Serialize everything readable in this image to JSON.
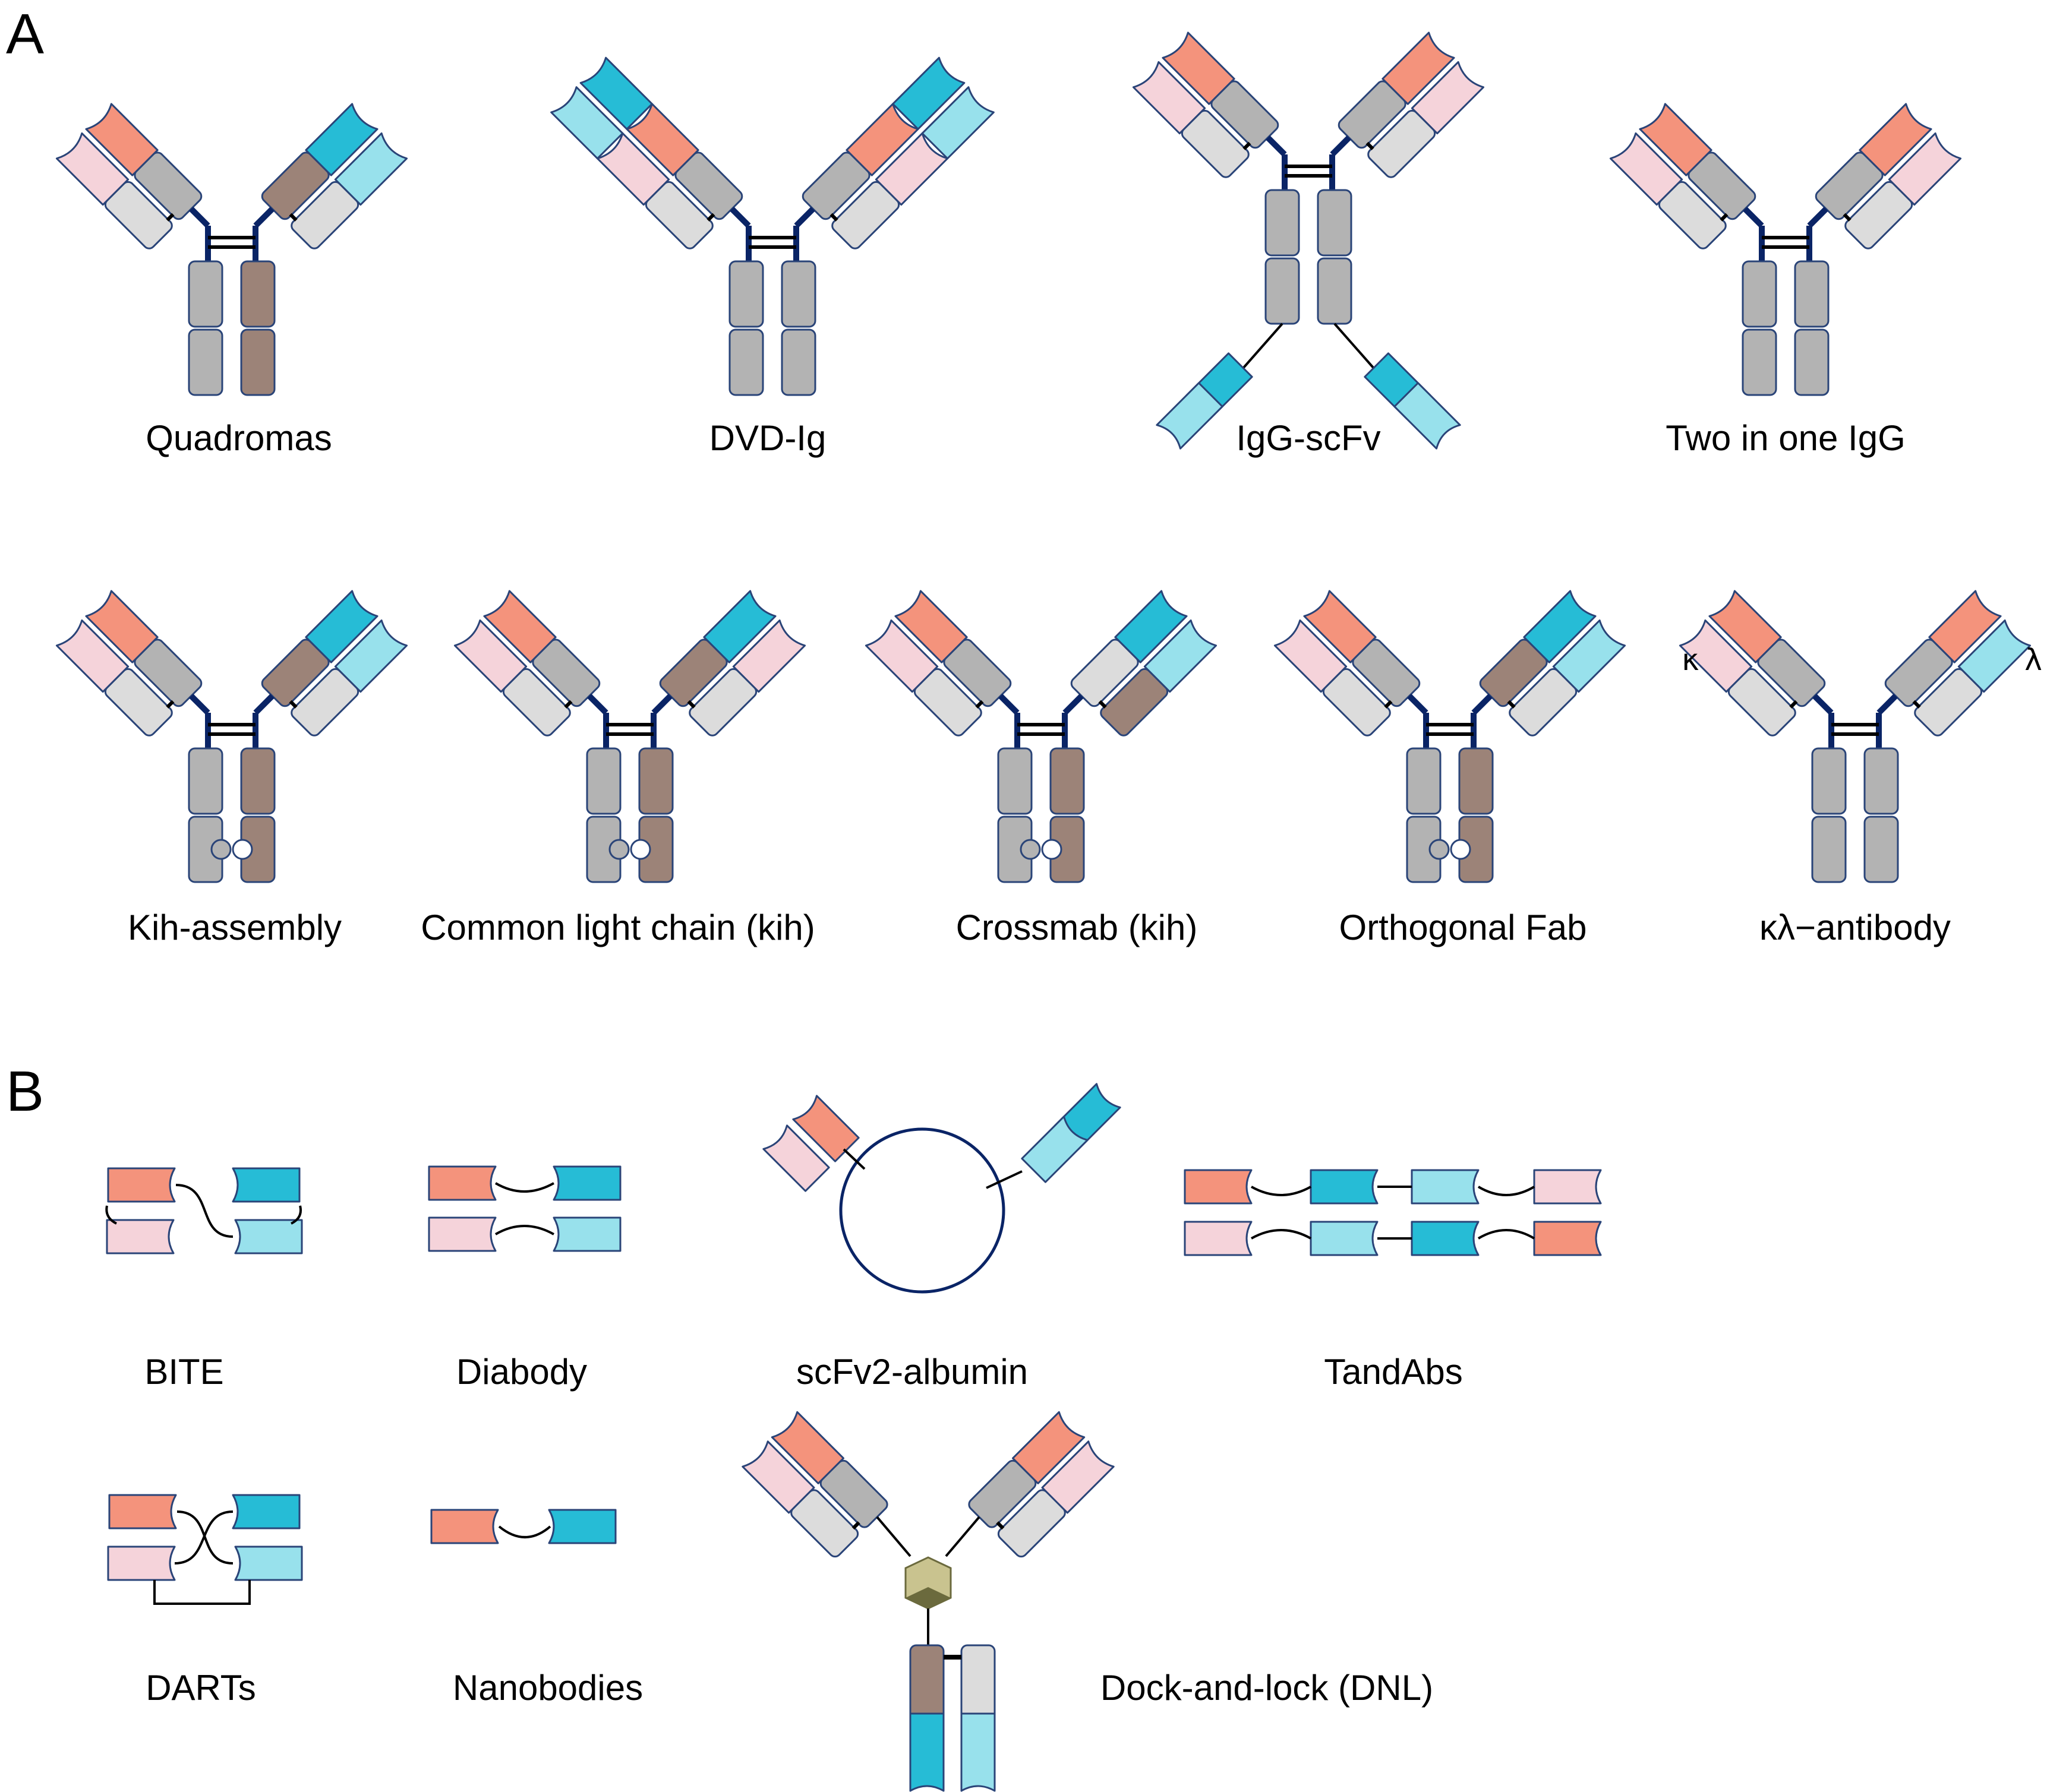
{
  "panels": {
    "a": "A",
    "b": "B"
  },
  "formats_a": [
    "Quadromas",
    "DVD-Ig",
    "IgG-scFv",
    "Two in one IgG",
    "Kih-assembly",
    "Common light chain (kih)",
    "Crossmab (kih)",
    "Orthogonal Fab",
    "κλ−antibody"
  ],
  "chain_labels": {
    "kappa": "κ",
    "lambda": "λ"
  },
  "formats_b": [
    "BITE",
    "Diabody",
    "scFv2-albumin",
    "TandAbs",
    "DARTs",
    "Nanobodies",
    "Dock-and-lock (DNL)"
  ],
  "colors": {
    "vh_a": "#f4937c",
    "vl_a": "#f5d3da",
    "vh_b": "#26bcd6",
    "vl_b": "#98e1ec",
    "ch_constant": "#b3b3b3",
    "cl_constant": "#dcdcdc",
    "ch_alt": "#9c8378",
    "outline": "#2a4478",
    "hinge": "#0a2466",
    "dock_module": "#c9c38f"
  }
}
